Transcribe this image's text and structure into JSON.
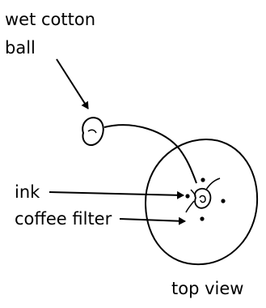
{
  "labels": {
    "cotton_line1": "wet cotton",
    "cotton_line2": "ball",
    "ink": "ink",
    "coffee_filter": "coffee filter",
    "view": "top view"
  },
  "colors": {
    "ink": "#000000",
    "background": "#ffffff"
  }
}
